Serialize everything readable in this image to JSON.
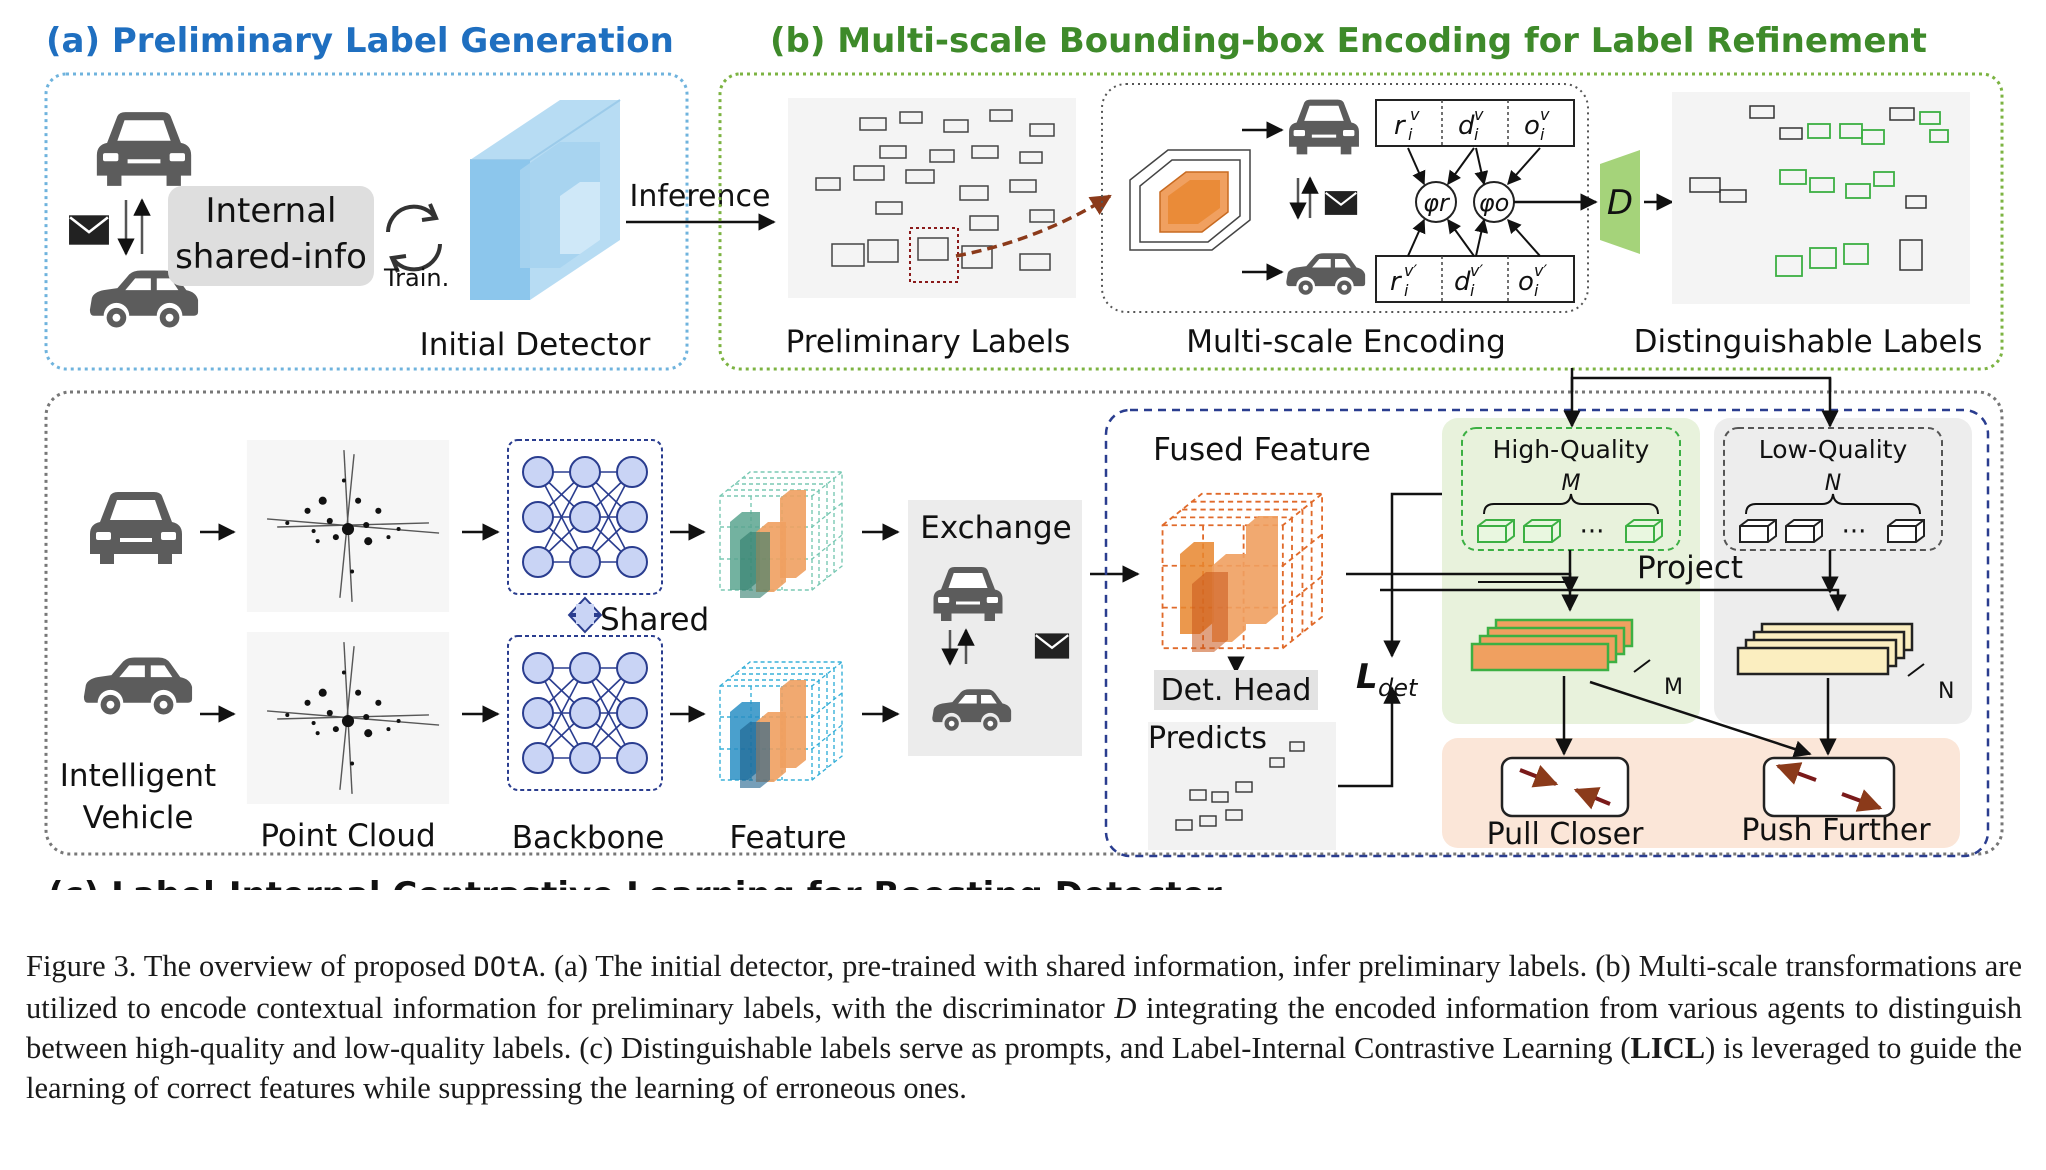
{
  "sections": {
    "a_title": "(a) Preliminary Label Generation",
    "b_title": "(b) Multi-scale Bounding-box Encoding for Label Refinement",
    "c_title": "(c) Label-Internal Contrastive Learning for Boosting Detector"
  },
  "panel_a": {
    "shared_info_line1": "Internal",
    "shared_info_line2": "shared-info",
    "train_label": "Train.",
    "detector_label": "Initial Detector",
    "inference_label": "Inference"
  },
  "panel_b": {
    "preliminary_labels": "Preliminary Labels",
    "multiscale_encoding": "Multi-scale Encoding",
    "distinguishable_labels": "Distinguishable Labels",
    "discriminator": "D",
    "phi_r": "φr",
    "phi_o": "φo",
    "top_row": [
      "r",
      "d",
      "o"
    ],
    "bottom_row": [
      "r",
      "d",
      "o"
    ]
  },
  "panel_c": {
    "intelligent_vehicle_line1": "Intelligent",
    "intelligent_vehicle_line2": "Vehicle",
    "point_cloud": "Point Cloud",
    "backbone": "Backbone",
    "shared": "Shared",
    "feature": "Feature",
    "exchange": "Exchange",
    "fused_feature": "Fused Feature",
    "det_head": "Det. Head",
    "predicts": "Predicts",
    "loss_det": "L",
    "loss_sub": "det",
    "high_quality": "High-Quality",
    "high_quality_count": "M",
    "low_quality": "Low-Quality",
    "low_quality_count": "N",
    "ellipsis": "···",
    "project": "Project",
    "stack_m": "M",
    "stack_n": "N",
    "pull_closer": "Pull Closer",
    "push_further": "Push Further"
  },
  "colors": {
    "a_title": "#1f6fc0",
    "b_title": "#3e8a2a",
    "c_title": "#111111",
    "a_border": "#6fb3dd",
    "b_border": "#7cb342",
    "c_border": "#777777",
    "dark_blue_border": "#2a3d8f",
    "hq_bg": "#e8f2dc",
    "lq_bg": "#ededed",
    "contrast_bg": "#fbe6d8",
    "green_box": "#3cb043",
    "orange": "#f0a060",
    "arrow_red": "#7a1a1a"
  },
  "caption": {
    "part1": "Figure 3. The overview of proposed ",
    "method": "DOtA",
    "part2": ". (a) The initial detector, pre-trained with shared information, infer preliminary labels. (b) Multi-scale transformations are utilized to encode contextual information for preliminary labels, with the discriminator ",
    "discriminator": "D",
    "part3": " integrating the encoded information from various agents to distinguish between high-quality and low-quality labels. (c) Distinguishable labels serve as prompts, and Label-Internal Contrastive Learning (",
    "licl": "LICL",
    "part4": ") is leveraged to guide the learning of correct features while suppressing the learning of erroneous ones."
  }
}
